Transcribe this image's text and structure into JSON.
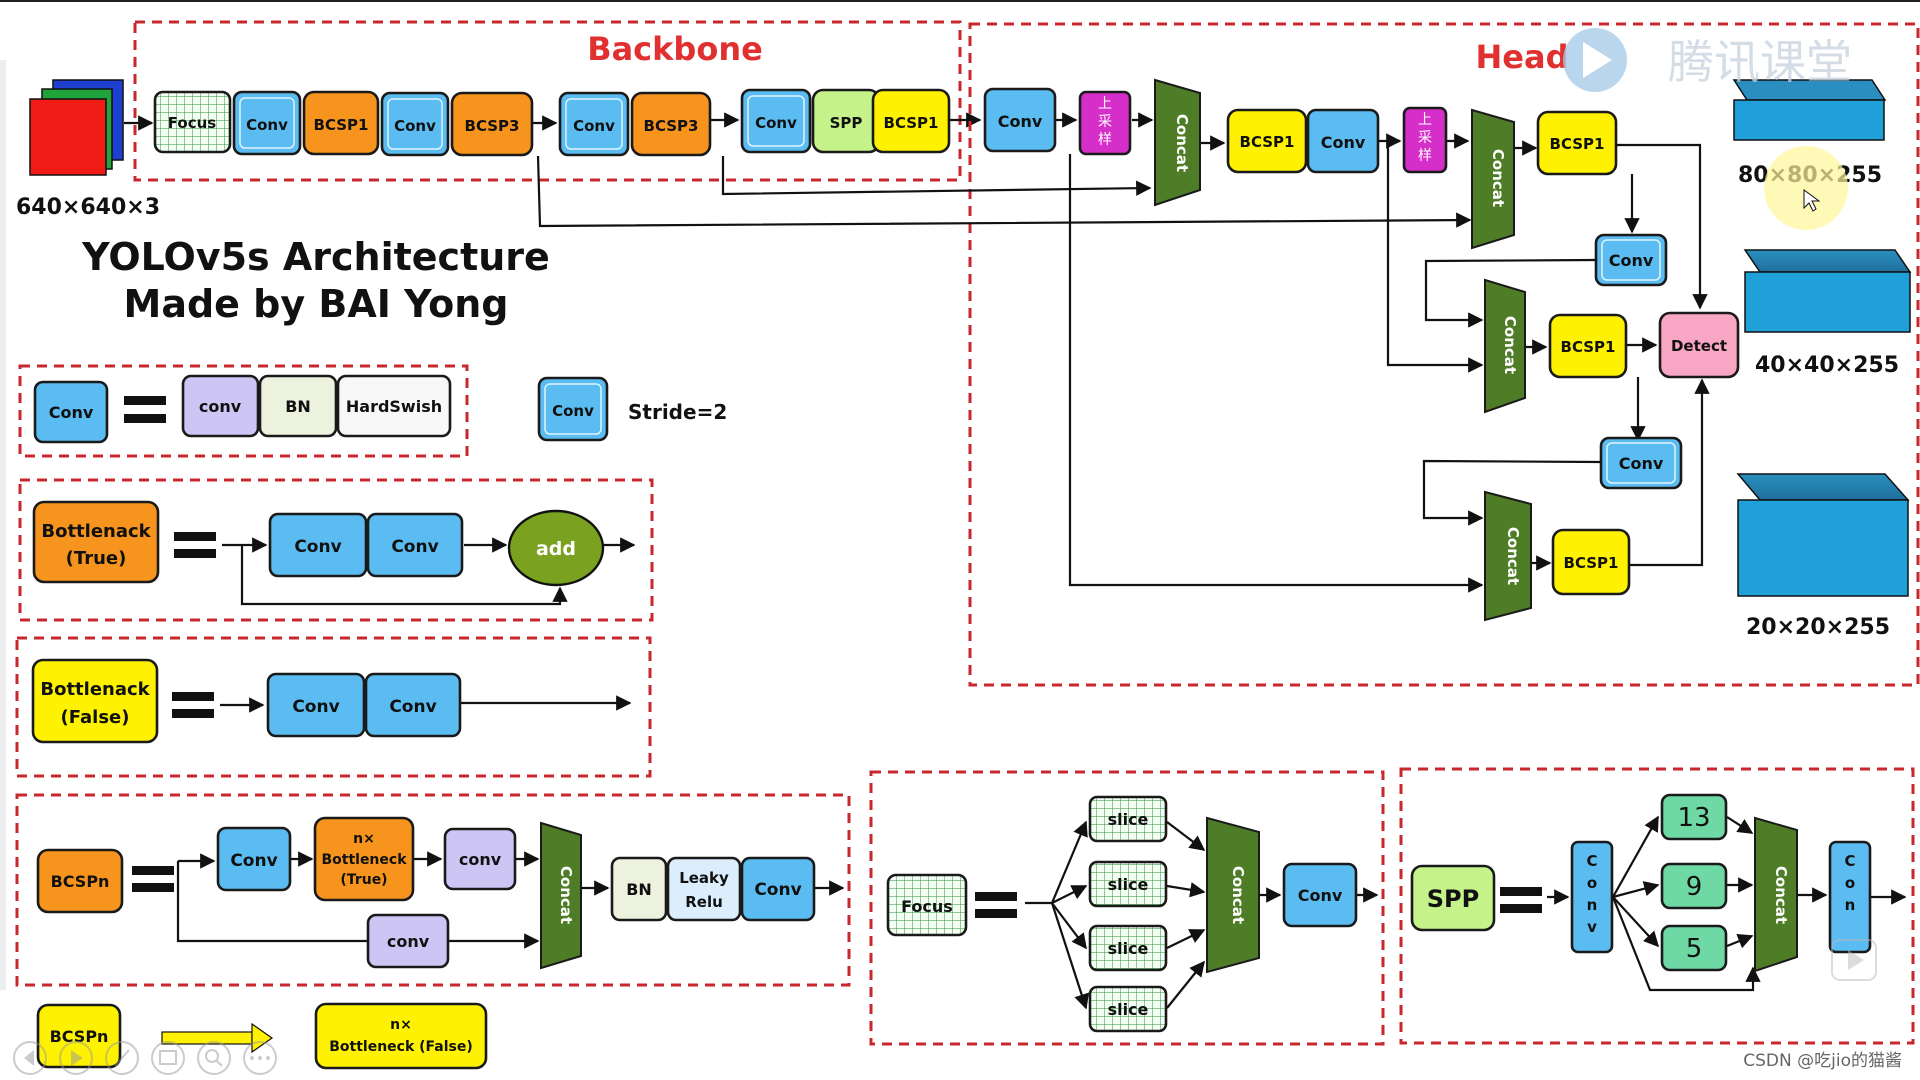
{
  "window": {
    "top_edge_color": "#222222"
  },
  "backbone": {
    "title": "Backbone",
    "input_size": "640×640×3",
    "blocks": [
      "Focus",
      "Conv",
      "BCSP1",
      "Conv",
      "BCSP3",
      "Conv",
      "BCSP3",
      "Conv",
      "SPP",
      "BCSP1"
    ]
  },
  "head": {
    "title": "Head",
    "upsample_label": [
      "上",
      "采",
      "样"
    ],
    "blocks": {
      "conv": "Conv",
      "concat": "Concat",
      "bcsp1": "BCSP1",
      "detect": "Detect"
    },
    "outputs": [
      "80×80×255",
      "40×40×255",
      "20×20×255"
    ]
  },
  "title": {
    "line1": "YOLOv5s Architecture",
    "line2": "Made by BAI Yong"
  },
  "legend": {
    "conv_def": {
      "left": "Conv",
      "parts": [
        "conv",
        "BN",
        "HardSwish"
      ]
    },
    "stride": {
      "block": "Conv",
      "text": "Stride=2"
    },
    "bottleneck_true": {
      "line1": "Bottlenack",
      "line2": "(True)",
      "parts": [
        "Conv",
        "Conv"
      ],
      "add": "add"
    },
    "bottleneck_false": {
      "line1": "Bottlenack",
      "line2": "(False)",
      "parts": [
        "Conv",
        "Conv"
      ]
    },
    "bcspn": {
      "left": "BCSPn",
      "conv": "Conv",
      "bottleneck": [
        "n×",
        "Bottleneck",
        "(True)"
      ],
      "conv_lower": "conv",
      "conv_upper": "conv",
      "concat": "Concat",
      "bn": "BN",
      "leaky": [
        "Leaky",
        "Relu"
      ],
      "conv_out": "Conv"
    },
    "bcspn_small": {
      "left": "BCSPn",
      "bottleneck": [
        "n×",
        "Bottleneck (False)"
      ]
    },
    "focus": {
      "left": "Focus",
      "slices": [
        "slice",
        "slice",
        "slice",
        "slice"
      ],
      "concat": "Concat",
      "conv": "Conv"
    },
    "spp": {
      "left": "SPP",
      "conv_v": [
        "C",
        "o",
        "n",
        "v"
      ],
      "pools": [
        "13",
        "9",
        "5"
      ],
      "concat": "Concat",
      "conv_v2": [
        "C",
        "o",
        "n"
      ]
    }
  },
  "watermark": {
    "text": "腾讯课堂"
  },
  "credit": "CSDN @吃jio的猫酱",
  "colors": {
    "conv": "#5bbcf2",
    "bcsp1": "#fff200",
    "bcsp3": "#f7941d",
    "spp": "#c6f28a",
    "upsample": "#d62fc9",
    "concat": "#4f7d27",
    "detect": "#f7a6c4",
    "red_border": "#c8282d",
    "purple": "#cdc6f5"
  }
}
